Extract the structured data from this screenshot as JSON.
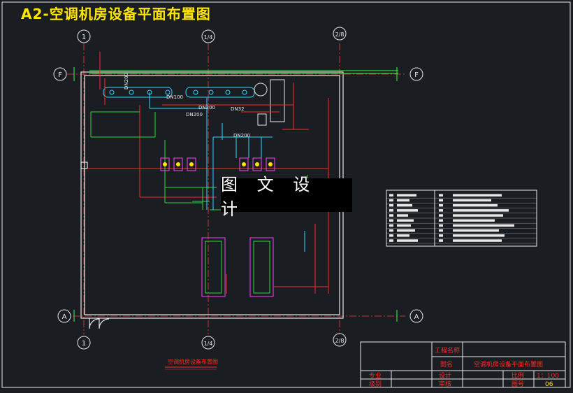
{
  "title": "A2-空调机房设备平面布置图",
  "watermark": "图 文 设 计",
  "grid_labels": {
    "col1": "1",
    "col2": "1/4",
    "col3": "2/8",
    "rowF": "F",
    "rowA": "A"
  },
  "pipe_labels": {
    "dn100": "DN100",
    "dn200a": "DN200",
    "dn200b": "DN200",
    "dn32": "DN32",
    "dn200c": "DN200",
    "dn200v": "DN200"
  },
  "drawing_caption": "空调机房设备布置图",
  "title_block": {
    "project_label": "工程名称",
    "drawing_name_label": "图名",
    "drawing_name": "空调机房设备平面布置图",
    "specialty_label": "专业",
    "design_label": "设计",
    "scale_label": "比例",
    "scale_value": "1：100",
    "grade_label": "级别",
    "review_label": "审核",
    "sheet_label": "图号",
    "sheet_value": "06"
  },
  "colors": {
    "background": "#1a1d21",
    "wall": "#e8e8e8",
    "pipe_red": "#ff2a2a",
    "pipe_green": "#2bdc3a",
    "pipe_cyan": "#35d8ff",
    "equipment_magenta": "#ff40ff",
    "title_yellow": "#ffe600",
    "grid_line": "#ff3b3b"
  }
}
